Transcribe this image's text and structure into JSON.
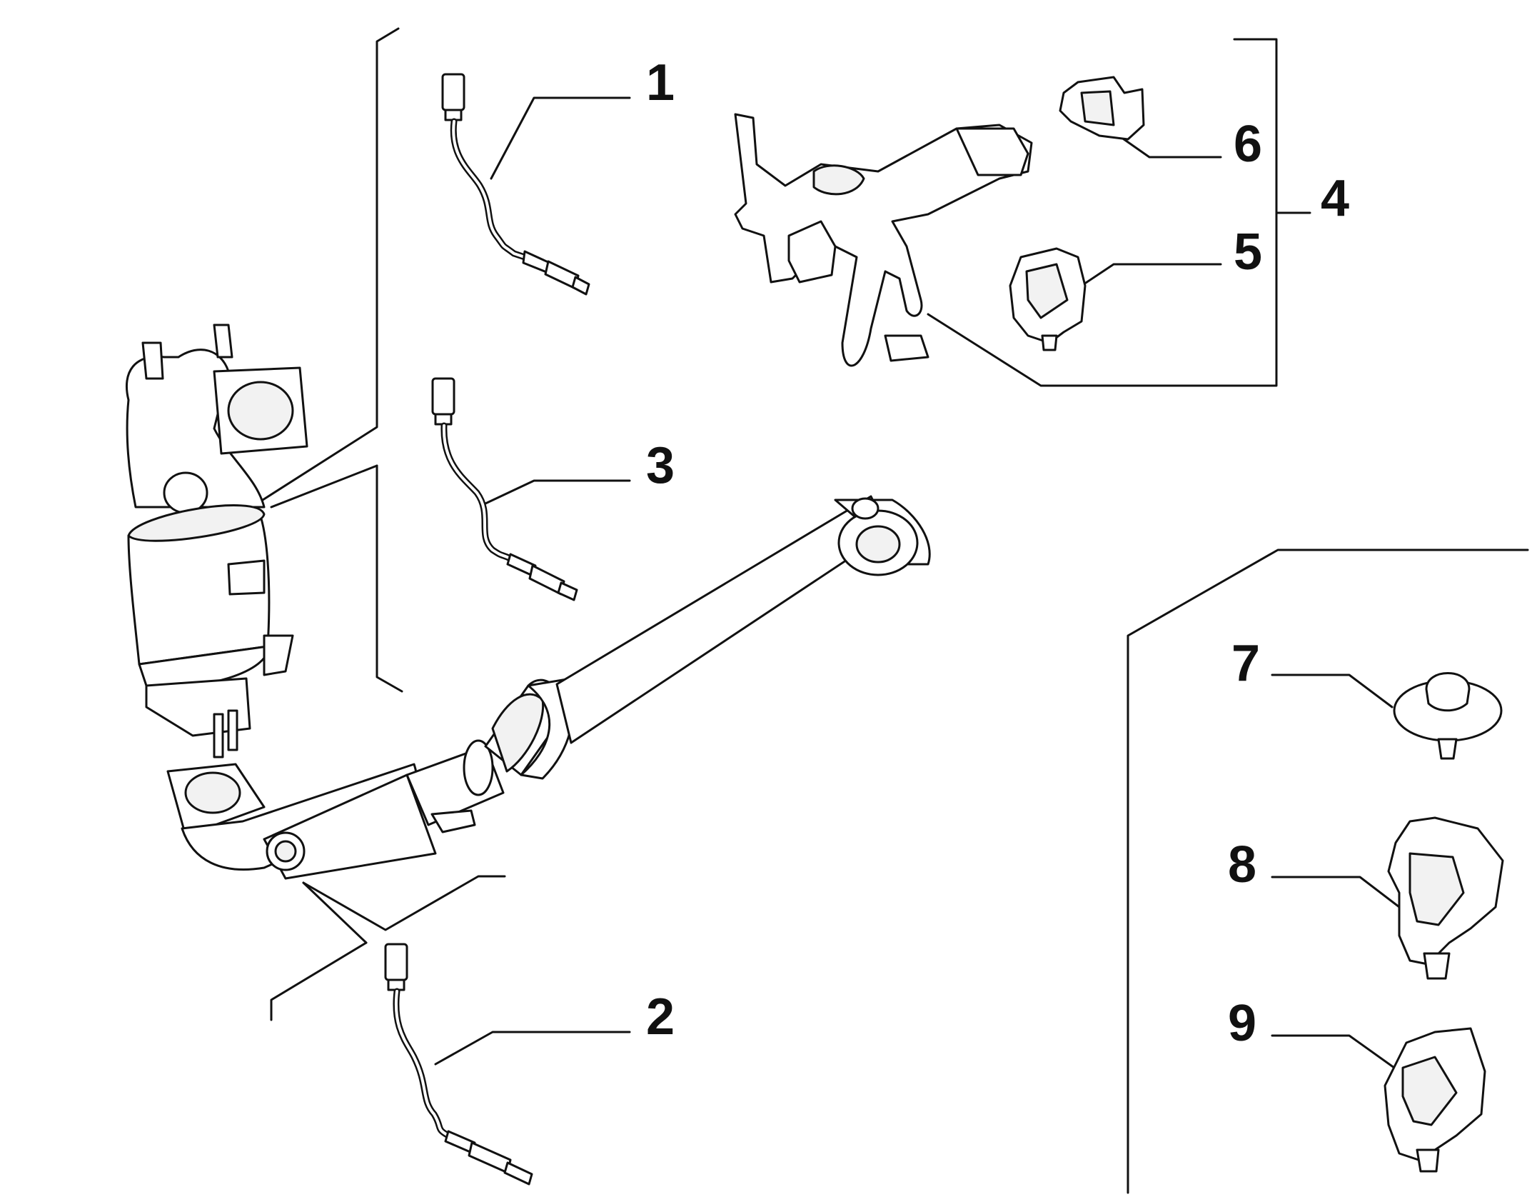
{
  "diagram": {
    "callouts": [
      "1",
      "2",
      "3",
      "4",
      "5",
      "6",
      "7",
      "8",
      "9"
    ]
  },
  "colors": {
    "line": "#111111",
    "background": "#ffffff",
    "part_fill": "#f2f2f2"
  }
}
